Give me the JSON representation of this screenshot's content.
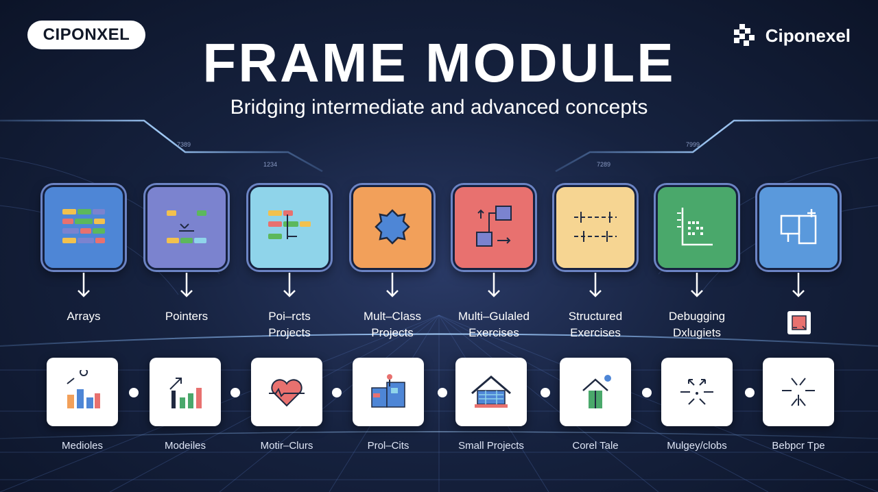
{
  "brand": {
    "pill": "CIPONXEL",
    "logo_text": "Ciponexel"
  },
  "title": "FRAME MODULE",
  "subtitle": "Bridging intermediate and advanced concepts",
  "tick_labels": [
    "7389",
    "1234",
    "7289",
    "7999"
  ],
  "categories": [
    {
      "label": "Arrays",
      "icon": "bars-icon",
      "color": "#4e86d6"
    },
    {
      "label": "Pointers",
      "icon": "pointer-grid-icon",
      "color": "#7b83cf"
    },
    {
      "label": "Poi–rcts\nProjects",
      "icon": "nested-bars-icon",
      "color": "#8fd4ea"
    },
    {
      "label": "Mult–Class\nProjects",
      "icon": "puzzle-icon",
      "color": "#f2a05a"
    },
    {
      "label": "Multi–Gulaled\nExercises",
      "icon": "flowchart-icon",
      "color": "#e8716f"
    },
    {
      "label": "Structured\nExercises",
      "icon": "dashed-lines-icon",
      "color": "#f6d592"
    },
    {
      "label": "Debugging\nDxlugiets",
      "icon": "code-trace-icon",
      "color": "#4aa86b"
    },
    {
      "label": "",
      "icon": "frame-layout-icon",
      "color": "#5a99dc"
    }
  ],
  "tiles": [
    {
      "label": "Medioles",
      "icon": "bar-chart-icon"
    },
    {
      "label": "Modeiles",
      "icon": "growth-chart-icon"
    },
    {
      "label": "Motir–Clurs",
      "icon": "heart-icon"
    },
    {
      "label": "Prol–Cits",
      "icon": "box-stack-icon"
    },
    {
      "label": "Small Projects",
      "icon": "house-icon"
    },
    {
      "label": "Corel Tale",
      "icon": "door-icon"
    },
    {
      "label": "Mulgey/clobs",
      "icon": "scatter-arrows-icon"
    },
    {
      "label": "Bebpcr Tpe",
      "icon": "burst-icon"
    }
  ]
}
